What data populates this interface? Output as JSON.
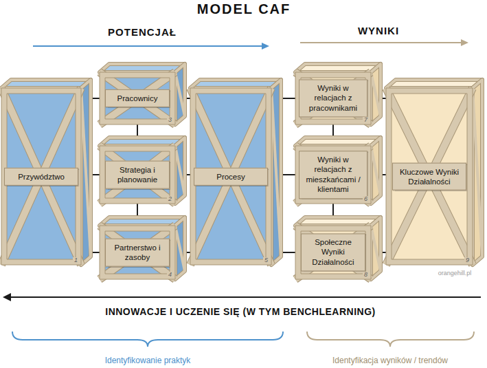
{
  "diagram": {
    "title": "MODEL CAF",
    "nodes": [
      {
        "text": [
          "Przywództwo",
          "1"
        ]
      },
      {
        "text": [
          "Pracownicy",
          "3"
        ]
      },
      {
        "text": [
          "Strategia i planowanie",
          "2"
        ]
      },
      {
        "text": [
          "Partnerstwo i zasoby",
          "4"
        ]
      },
      {
        "text": [
          "Procesy",
          "5"
        ]
      },
      {
        "text": [
          "Wyniki w relacjach z pracownikami",
          "7"
        ]
      },
      {
        "text": [
          "Wyniki w relacjach z mieszkańcami / klientami",
          "6"
        ]
      },
      {
        "text": [
          "Społeczne Wyniki Działalności",
          "8"
        ]
      },
      {
        "text": [
          "Kluczowe Wyniki Działalności",
          "9"
        ]
      }
    ],
    "edges": [
      {
        "from": 0,
        "to": 1,
        "arrow": "none"
      },
      {
        "from": 0,
        "to": 2,
        "arrow": "none"
      },
      {
        "from": 0,
        "to": 3,
        "arrow": "none"
      },
      {
        "from": 1,
        "to": 2,
        "arrow": "none"
      },
      {
        "from": 2,
        "to": 3,
        "arrow": "none"
      },
      {
        "from": 1,
        "to": 4,
        "arrow": "none"
      },
      {
        "from": 2,
        "to": 4,
        "arrow": "none"
      },
      {
        "from": 3,
        "to": 4,
        "arrow": "none"
      },
      {
        "from": 4,
        "to": 5,
        "arrow": "none"
      },
      {
        "from": 4,
        "to": 6,
        "arrow": "none"
      },
      {
        "from": 4,
        "to": 7,
        "arrow": "none"
      },
      {
        "from": 5,
        "to": 6,
        "arrow": "none"
      },
      {
        "from": 6,
        "to": 7,
        "arrow": "none"
      },
      {
        "from": 5,
        "to": 8,
        "arrow": "none"
      },
      {
        "from": 6,
        "to": 8,
        "arrow": "none"
      },
      {
        "from": 7,
        "to": 8,
        "arrow": "none"
      }
    ],
    "labels": [
      "POTENCJAŁ",
      "WYNIKI",
      "INNOWACJE I UCZENIE SIĘ (W TYM BENCHLEARNING)",
      "Identyfikowanie praktyk",
      "Identyfikacja wyników / trendów",
      "orangehill.pl"
    ]
  }
}
